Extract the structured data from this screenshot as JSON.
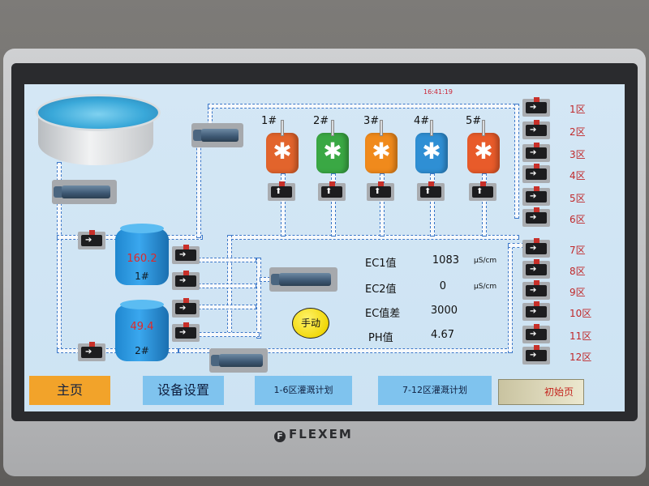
{
  "device": {
    "brand": "FLEXEM"
  },
  "hmi": {
    "clock": "16:41:19",
    "mixers": [
      {
        "label": "1#",
        "color": "#e2642c"
      },
      {
        "label": "2#",
        "color": "#3aa844"
      },
      {
        "label": "3#",
        "color": "#f08a1c"
      },
      {
        "label": "4#",
        "color": "#2f8fd4"
      },
      {
        "label": "5#",
        "color": "#e85b2a"
      }
    ],
    "tanks": [
      {
        "name": "1#",
        "level": "160.2"
      },
      {
        "name": "2#",
        "level": "49.4"
      }
    ],
    "zones": [
      "1区",
      "2区",
      "3区",
      "4区",
      "5区",
      "6区",
      "7区",
      "8区",
      "9区",
      "10区",
      "11区",
      "12区"
    ],
    "readings": {
      "ec1": {
        "label": "EC1值",
        "value": "1083",
        "unit": "μS/cm"
      },
      "ec2": {
        "label": "EC2值",
        "value": "0",
        "unit": "μS/cm"
      },
      "ec_diff": {
        "label": "EC值差",
        "value": "3000"
      },
      "ph": {
        "label": "PH值",
        "value": "4.67"
      }
    },
    "manual_button": "手动",
    "nav": {
      "main": "主页",
      "settings": "设备设置",
      "plan_1_6": "1-6区灌溉计划",
      "plan_7_12": "7-12区灌溉计划",
      "home": "初始页"
    }
  }
}
